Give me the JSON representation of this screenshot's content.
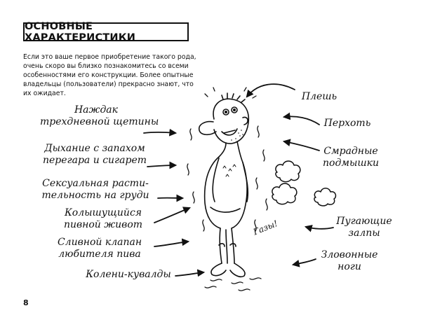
{
  "title": "ОСНОВНЫЕ ХАРАКТЕРИСТИКИ",
  "intro_lines": [
    "Если это ваше первое приобретение такого рода,",
    "очень скоро вы близко познакомитесь со всеми",
    "особенностями его конструкции. Более опытные",
    "владельцы (пользователи) прекрасно знают, что",
    "их ожидает."
  ],
  "labels_left": {
    "stubble": [
      "Наждак",
      "трехдневной щетины"
    ],
    "breath": [
      "Дыхание с запахом",
      "перегара и сигарет"
    ],
    "chest": [
      "Сексуальная расти-",
      "тельность на груди"
    ],
    "belly": [
      "Колышущийся",
      "пивной живот"
    ],
    "crack": [
      "Сливной клапан",
      "любителя пива"
    ],
    "knees": [
      "Колени-кувалды"
    ]
  },
  "labels_right": {
    "bald": [
      "Плешь"
    ],
    "dandruff": [
      "Перхоть"
    ],
    "armpits": [
      "Смрадные",
      "подмышки"
    ],
    "farts": [
      "Пугающие",
      "залпы"
    ],
    "feet": [
      "Зловонные",
      "ноги"
    ]
  },
  "gas_label": "Газы!",
  "page_number": "8"
}
